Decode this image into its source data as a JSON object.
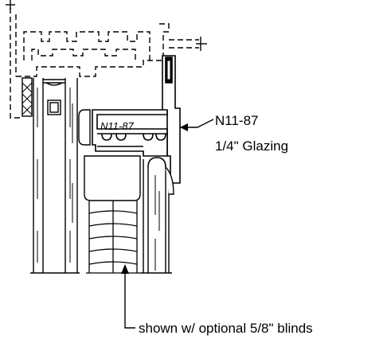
{
  "drawing": {
    "part_number_tag": "N11-87",
    "callout_part_number": "N11-87",
    "callout_glazing": "1/4\" Glazing",
    "callout_blinds": "shown w/ optional 5/8\" blinds"
  }
}
